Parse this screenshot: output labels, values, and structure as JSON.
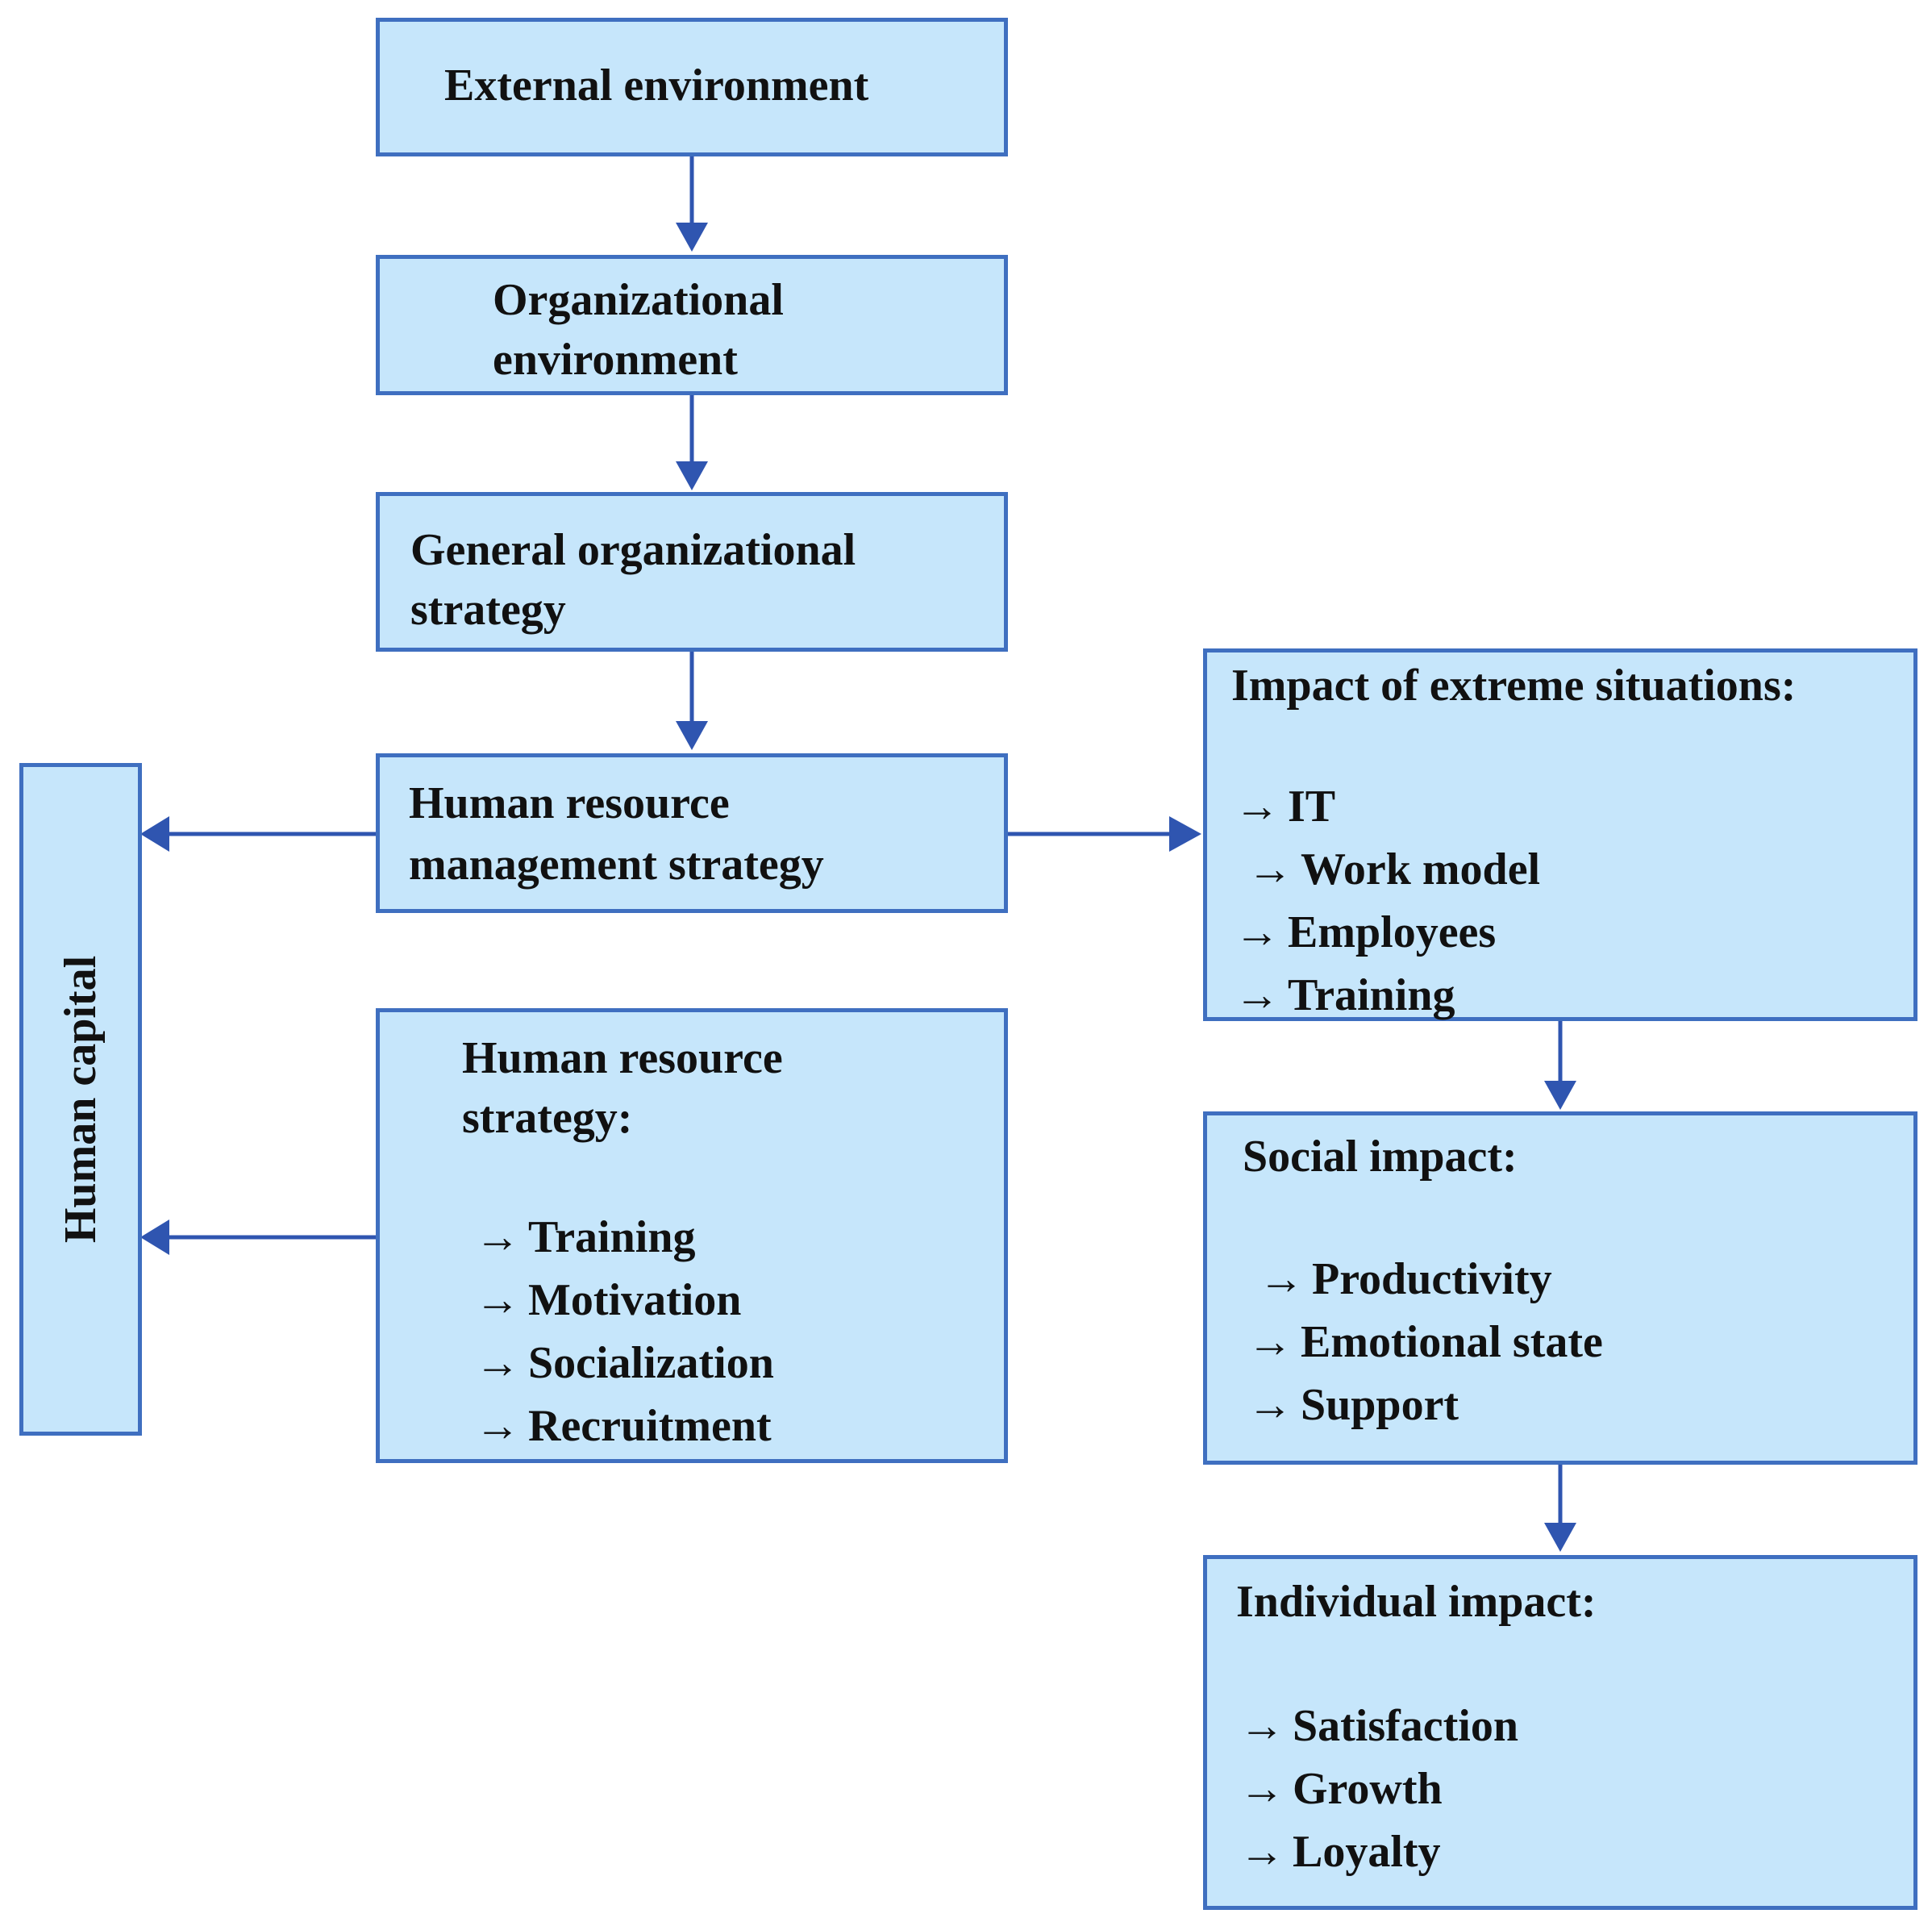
{
  "colors": {
    "box_fill": "#c6e6fb",
    "box_border": "#3f6fc0",
    "arrow": "#2f55b0",
    "text": "#111111"
  },
  "boxes": {
    "external_environment": "External environment",
    "organizational_environment": [
      "Organizational",
      "environment"
    ],
    "general_strategy": [
      "General organizational",
      "strategy"
    ],
    "hrm_strategy": [
      "Human resource",
      "management strategy"
    ],
    "human_capital": "Human capital",
    "hr_strategy": {
      "title": [
        "Human resource",
        "strategy:"
      ],
      "items": [
        "Training",
        "Motivation",
        "Socialization",
        "Recruitment"
      ]
    },
    "extreme_situations": {
      "title": "Impact of extreme situations:",
      "items": [
        "IT",
        "Work model",
        "Employees",
        "Training"
      ]
    },
    "social_impact": {
      "title": "Social impact:",
      "items": [
        "Productivity",
        "Emotional state",
        "Support"
      ]
    },
    "individual_impact": {
      "title": "Individual impact:",
      "items": [
        "Satisfaction",
        "Growth",
        "Loyalty"
      ]
    }
  },
  "arrow_glyph": "→"
}
